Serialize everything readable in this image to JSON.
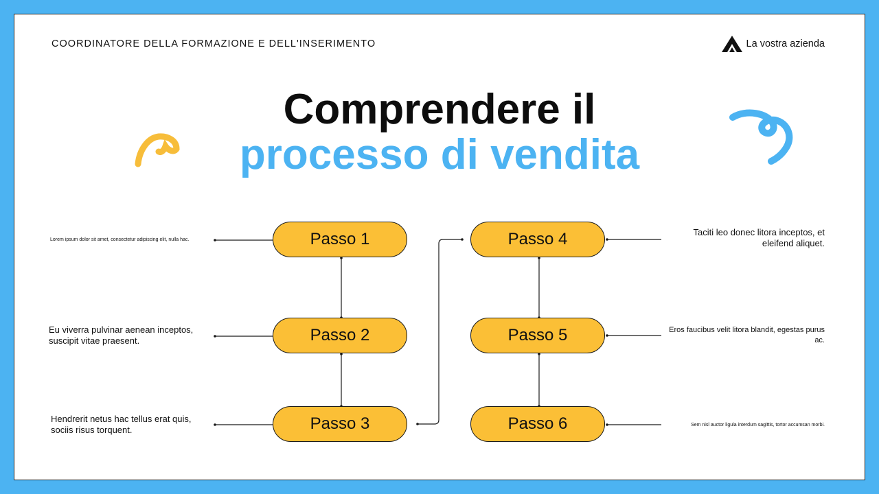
{
  "header": {
    "role": "COORDINATORE DELLA FORMAZIONE E DELL'INSERIMENTO",
    "company": "La vostra azienda",
    "logo_icon": "triangle-logo-icon"
  },
  "title": {
    "line1": "Comprendere il",
    "line2": "processo di vendita"
  },
  "colors": {
    "background": "#4cb3f2",
    "accent_blue": "#4cb3f2",
    "step_fill": "#fbbf36",
    "squiggle_yellow": "#f7bd3a",
    "text": "#111111"
  },
  "steps": [
    {
      "label": "Passo 1",
      "description": "Lorem ipsum dolor sit amet, consectetur adipiscing elit, nulla hac."
    },
    {
      "label": "Passo 2",
      "description": "Eu viverra pulvinar aenean inceptos, suscipit vitae praesent."
    },
    {
      "label": "Passo 3",
      "description": "Hendrerit netus hac tellus erat quis, sociis risus torquent."
    },
    {
      "label": "Passo 4",
      "description": "Taciti leo donec litora inceptos, et eleifend aliquet."
    },
    {
      "label": "Passo 5",
      "description": "Eros faucibus velit litora blandit, egestas purus ac."
    },
    {
      "label": "Passo 6",
      "description": "Sem nisl auctor ligula interdum sagittis, tortor accumsan morbi."
    }
  ]
}
